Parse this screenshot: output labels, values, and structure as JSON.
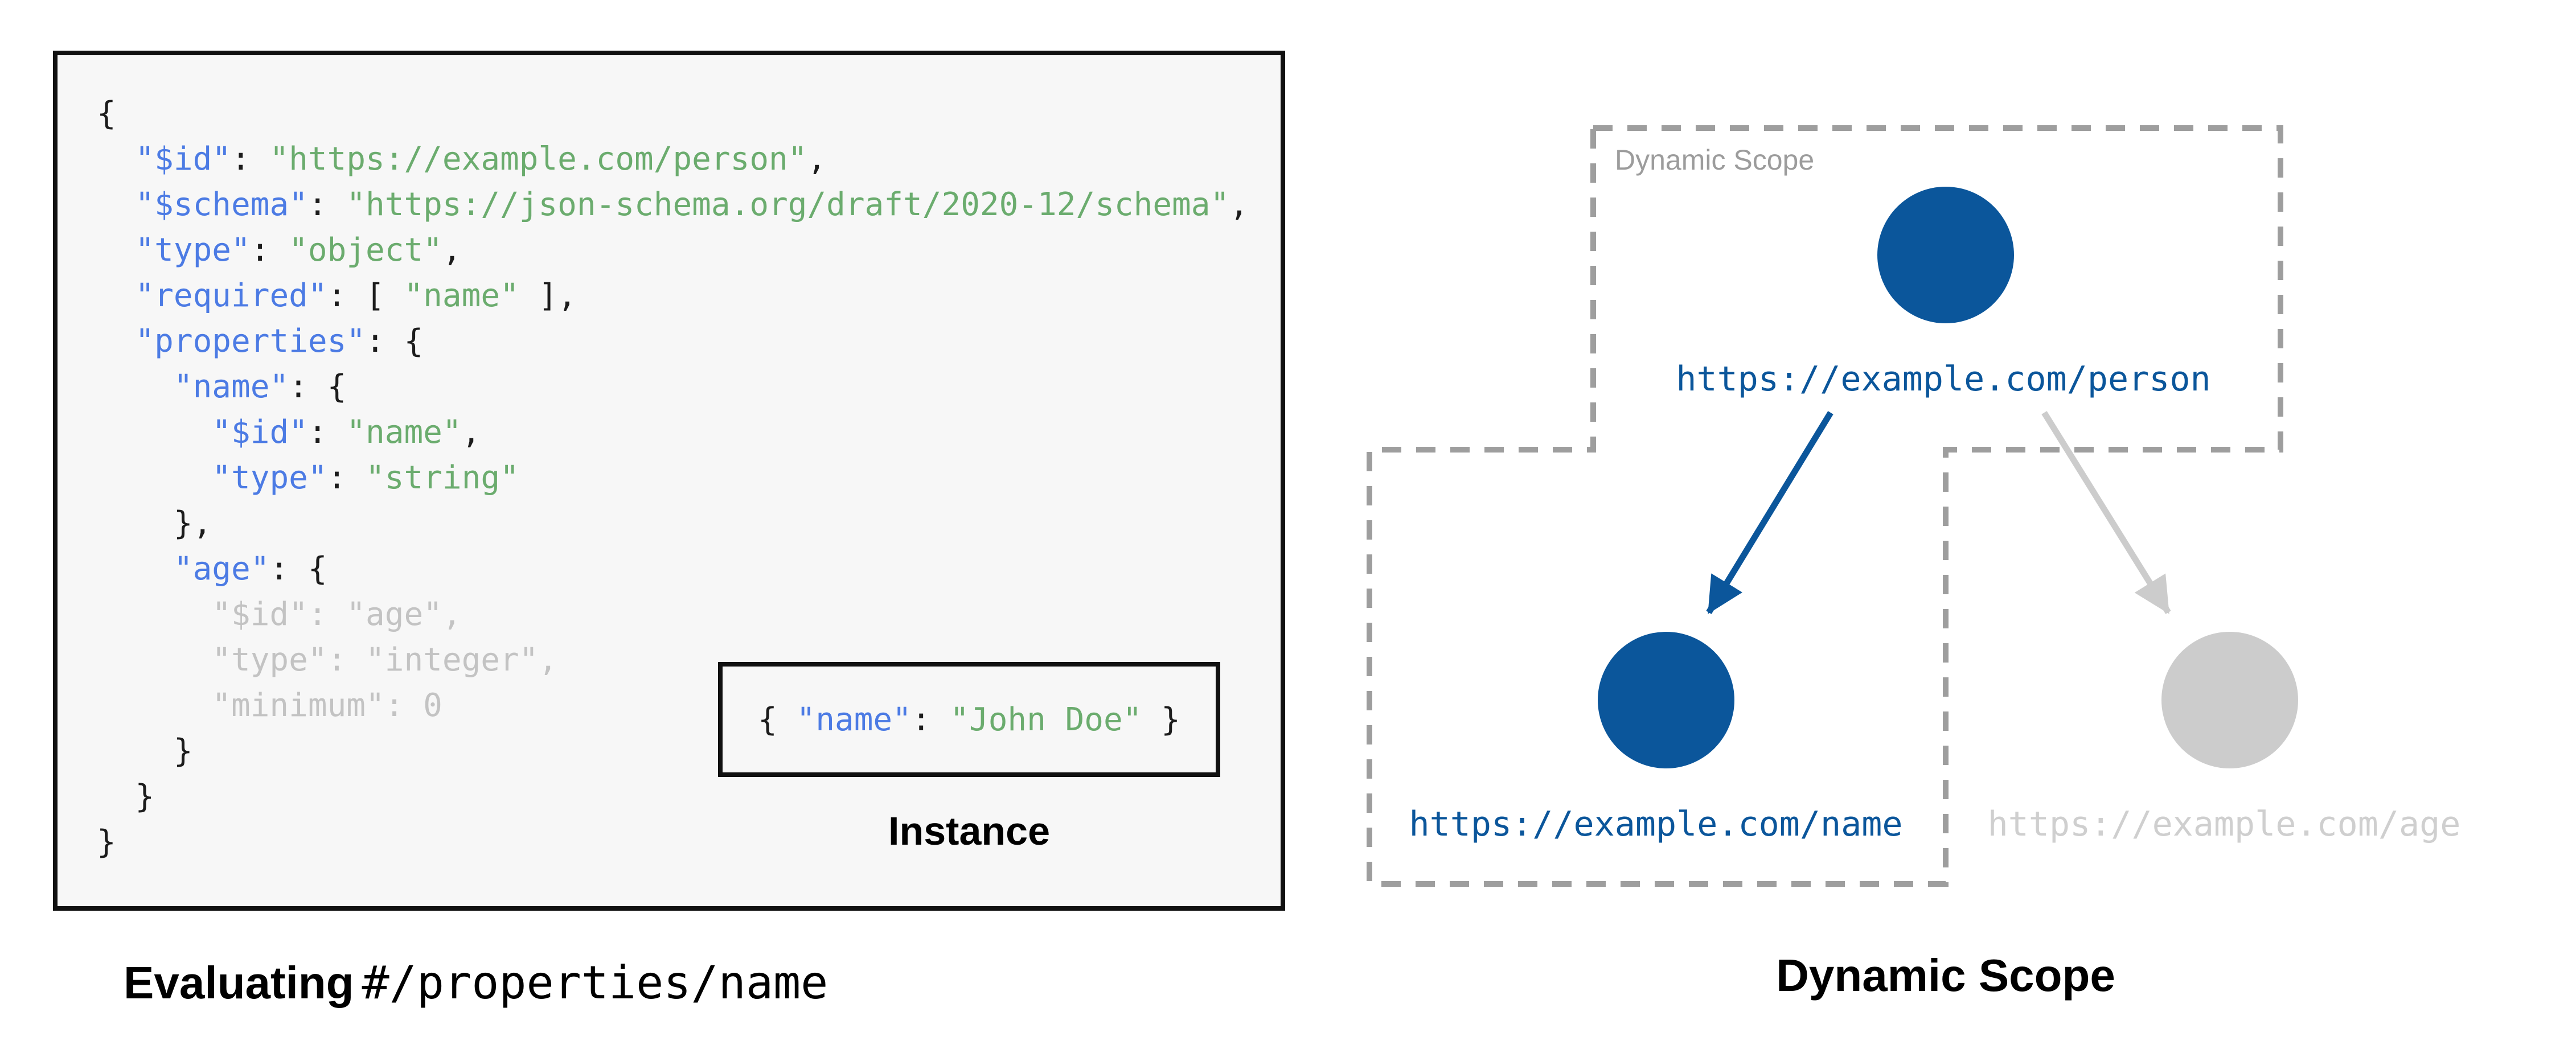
{
  "colors": {
    "key_blue": "#4c7be4",
    "string_green": "#6bac6e",
    "dim_gray": "#c3c3c3",
    "punct_black": "#1c1c1c",
    "accent_blue": "#0b569b",
    "inactive_gray": "#cccccc",
    "inactive_text": "#cfcfcf",
    "dash_gray": "#9e9e9e",
    "scope_label_gray": "#9c9c9c",
    "panel_bg": "#f7f7f7",
    "border_black": "#111111"
  },
  "schema_panel": {
    "code_lines": [
      [
        {
          "t": "{",
          "c": "p"
        }
      ],
      [
        {
          "t": "  ",
          "c": "p"
        },
        {
          "t": "\"$id\"",
          "c": "k"
        },
        {
          "t": ": ",
          "c": "p"
        },
        {
          "t": "\"https://example.com/person\"",
          "c": "s"
        },
        {
          "t": ",",
          "c": "p"
        }
      ],
      [
        {
          "t": "  ",
          "c": "p"
        },
        {
          "t": "\"$schema\"",
          "c": "k"
        },
        {
          "t": ": ",
          "c": "p"
        },
        {
          "t": "\"https://json-schema.org/draft/2020-12/schema\"",
          "c": "s"
        },
        {
          "t": ",",
          "c": "p"
        }
      ],
      [
        {
          "t": "  ",
          "c": "p"
        },
        {
          "t": "\"type\"",
          "c": "k"
        },
        {
          "t": ": ",
          "c": "p"
        },
        {
          "t": "\"object\"",
          "c": "s"
        },
        {
          "t": ",",
          "c": "p"
        }
      ],
      [
        {
          "t": "  ",
          "c": "p"
        },
        {
          "t": "\"required\"",
          "c": "k"
        },
        {
          "t": ": [ ",
          "c": "p"
        },
        {
          "t": "\"name\"",
          "c": "s"
        },
        {
          "t": " ],",
          "c": "p"
        }
      ],
      [
        {
          "t": "  ",
          "c": "p"
        },
        {
          "t": "\"properties\"",
          "c": "k"
        },
        {
          "t": ": {",
          "c": "p"
        }
      ],
      [
        {
          "t": "    ",
          "c": "p"
        },
        {
          "t": "\"name\"",
          "c": "k"
        },
        {
          "t": ": {",
          "c": "p"
        }
      ],
      [
        {
          "t": "      ",
          "c": "p"
        },
        {
          "t": "\"$id\"",
          "c": "k"
        },
        {
          "t": ": ",
          "c": "p"
        },
        {
          "t": "\"name\"",
          "c": "s"
        },
        {
          "t": ",",
          "c": "p"
        }
      ],
      [
        {
          "t": "      ",
          "c": "p"
        },
        {
          "t": "\"type\"",
          "c": "k"
        },
        {
          "t": ": ",
          "c": "p"
        },
        {
          "t": "\"string\"",
          "c": "s"
        }
      ],
      [
        {
          "t": "    },",
          "c": "p"
        }
      ],
      [
        {
          "t": "    ",
          "c": "p"
        },
        {
          "t": "\"age\"",
          "c": "k"
        },
        {
          "t": ": {",
          "c": "p"
        }
      ],
      [
        {
          "t": "      \"$id\": \"age\",",
          "c": "d"
        }
      ],
      [
        {
          "t": "      \"type\": \"integer\",",
          "c": "d"
        }
      ],
      [
        {
          "t": "      \"minimum\": 0",
          "c": "d"
        }
      ],
      [
        {
          "t": "    }",
          "c": "p"
        }
      ],
      [
        {
          "t": "  }",
          "c": "p"
        }
      ],
      [
        {
          "t": "}",
          "c": "p"
        }
      ]
    ],
    "instance": {
      "tokens": [
        {
          "t": "{ ",
          "c": "p"
        },
        {
          "t": "\"name\"",
          "c": "k"
        },
        {
          "t": ": ",
          "c": "p"
        },
        {
          "t": "\"John Doe\"",
          "c": "s"
        },
        {
          "t": " }",
          "c": "p"
        }
      ],
      "label": "Instance"
    },
    "caption": {
      "keyword": "Evaluating",
      "pointer": "#/properties/name"
    }
  },
  "scope_panel": {
    "scope_region_label": "Dynamic Scope",
    "title": "Dynamic Scope",
    "nodes": [
      {
        "id": "person",
        "label": "https://example.com/person",
        "state": "active"
      },
      {
        "id": "name",
        "label": "https://example.com/name",
        "state": "active"
      },
      {
        "id": "age",
        "label": "https://example.com/age",
        "state": "inactive"
      }
    ]
  }
}
